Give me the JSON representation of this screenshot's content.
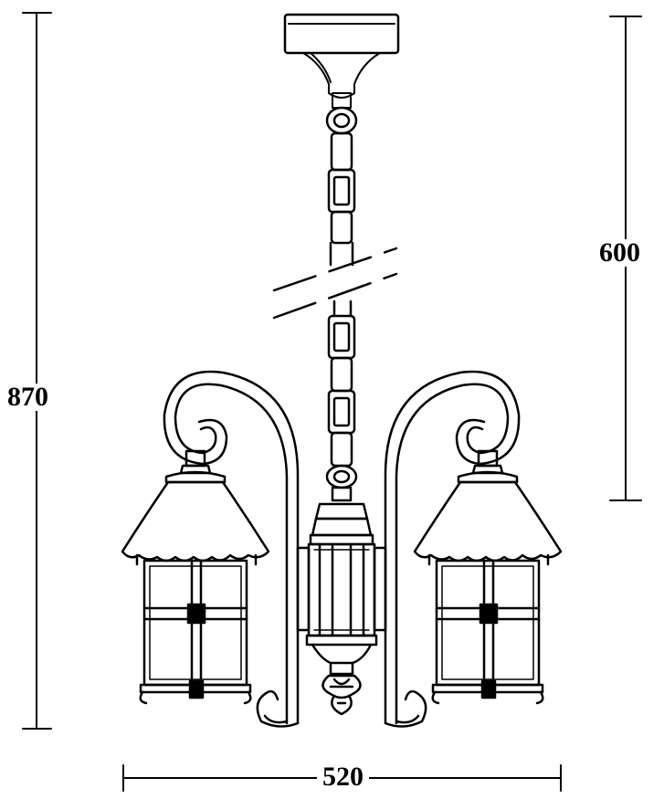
{
  "dimensions": {
    "total_height": "870",
    "chain_height": "600",
    "width": "520"
  },
  "colors": {
    "line": "#000000",
    "background": "#ffffff"
  }
}
